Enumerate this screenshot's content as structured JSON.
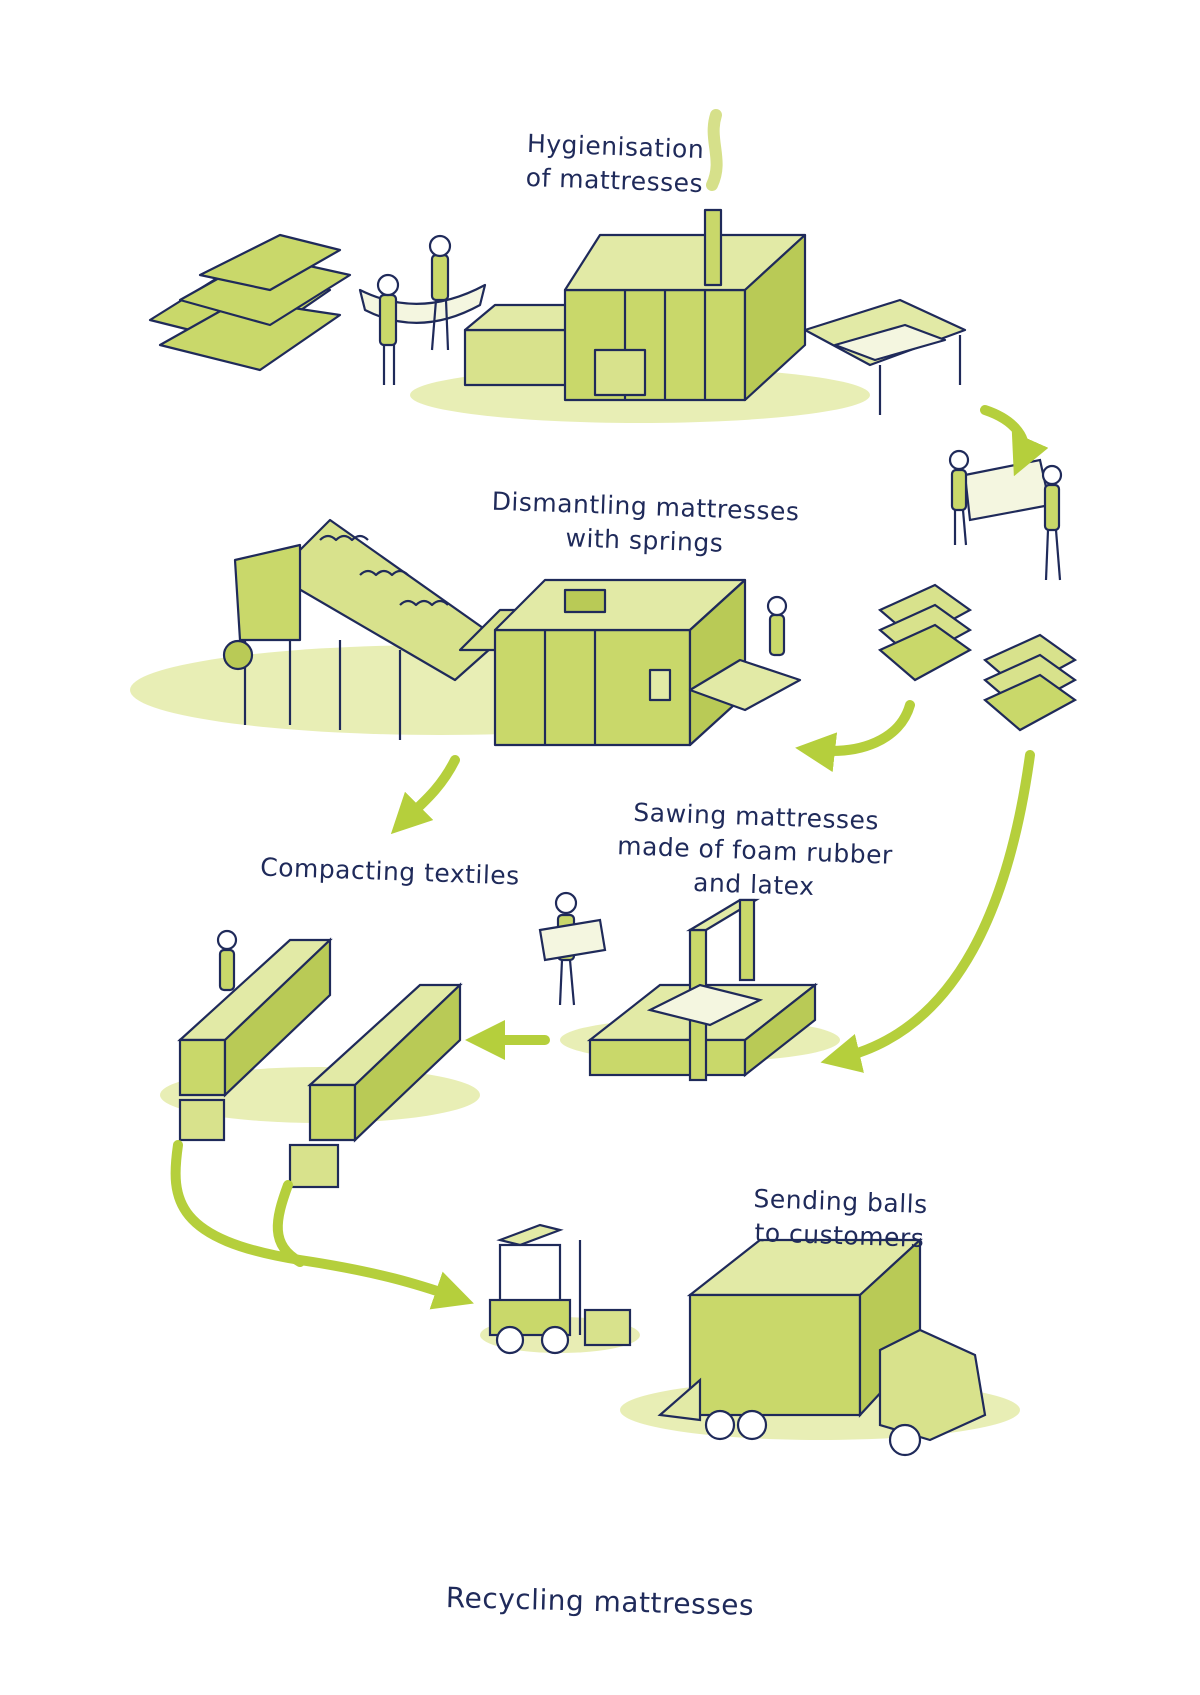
{
  "title": "Recycling mattresses",
  "steps": {
    "hygienisation": {
      "line1": "Hygienisation",
      "line2": "of mattresses"
    },
    "dismantling": {
      "line1": "Dismantling mattresses",
      "line2": "with springs"
    },
    "sawing": {
      "line1": "Sawing mattresses",
      "line2": "made of foam rubber",
      "line3": "and latex"
    },
    "compacting": {
      "line1": "Compacting textiles"
    },
    "sending": {
      "line1": "Sending balls",
      "line2": "to customers"
    }
  },
  "colors": {
    "ink": "#1f2a5a",
    "green": "#c9d86a",
    "green_light": "#e2eaa6",
    "arrow": "#b5cf3c"
  }
}
